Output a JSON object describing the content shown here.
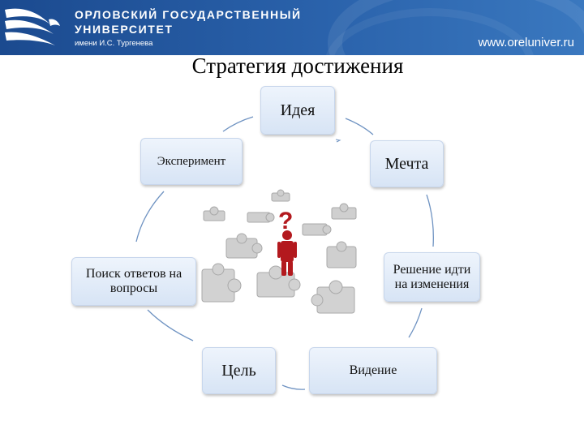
{
  "header": {
    "university_line1": "ОРЛОВСКИЙ ГОСУДАРСТВЕННЫЙ",
    "university_line2": "УНИВЕРСИТЕТ",
    "subtitle": "имени И.С. Тургенева",
    "website": "www.oreluniver.ru",
    "background_color": "#1f5299"
  },
  "slide": {
    "title": "Стратегия достижения"
  },
  "cycle": {
    "nodes": [
      {
        "label": "Идея"
      },
      {
        "label": "Мечта"
      },
      {
        "label": "Решение идти на изменения"
      },
      {
        "label": "Видение"
      },
      {
        "label": "Цель"
      },
      {
        "label": "Поиск ответов на вопросы"
      },
      {
        "label": "Эксперимент"
      }
    ],
    "node_fill": "#dce8f6",
    "arc_color": "#6f93c2"
  },
  "illustration": {
    "subject": "puzzle-pieces-with-question-mark-figure",
    "figure_color": "#b3191e",
    "piece_color": "#c9c9c9"
  }
}
